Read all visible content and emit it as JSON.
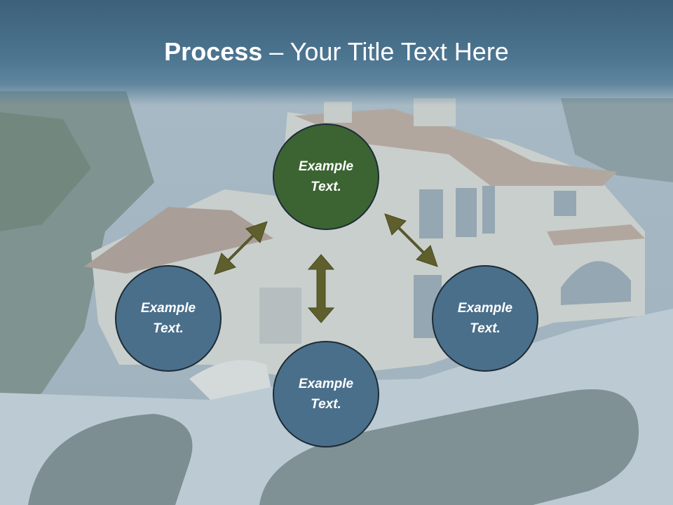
{
  "title": {
    "bold": "Process",
    "rest": " – Your Title Text Here"
  },
  "nodes": {
    "top": "Example\nText.",
    "left": "Example\nText.",
    "right": "Example\nText.",
    "bottom": "Example\nText."
  },
  "colors": {
    "center_node": "#3c6432",
    "outer_node": "#4a6f8b",
    "arrow": "#5e5f2c",
    "header": "#4a7089"
  }
}
